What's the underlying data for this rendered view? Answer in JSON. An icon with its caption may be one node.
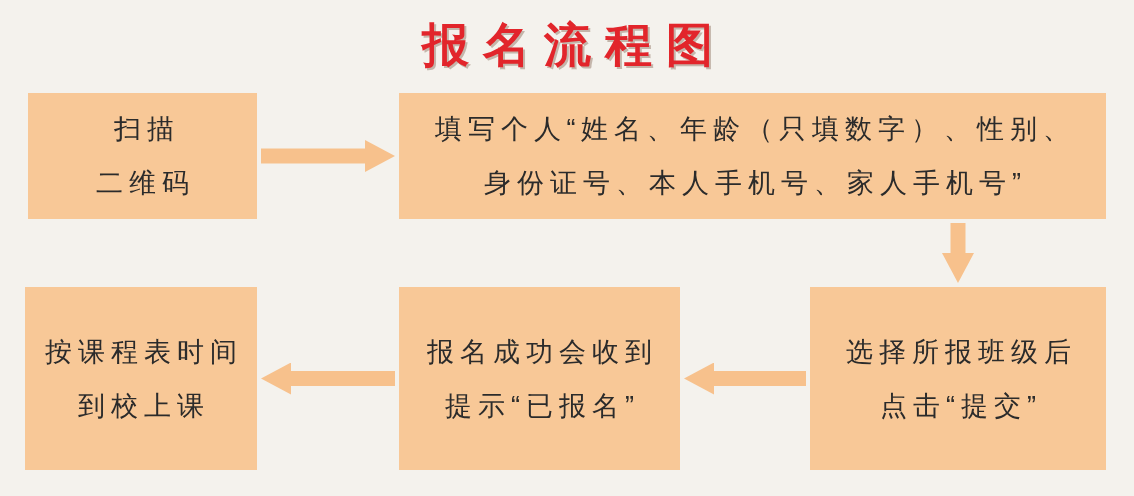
{
  "diagram": {
    "title": "报名流程图",
    "nodes": [
      {
        "text": [
          "扫描二维码"
        ]
      },
      {
        "text": [
          "填写个人“姓名、年龄（只填数字）、性别、身份证号、本人手机号、家人手机号”"
        ]
      },
      {
        "text": [
          "选择所报班级后点击“提交”"
        ]
      },
      {
        "text": [
          "报名成功会收到提示“已报名”"
        ]
      },
      {
        "text": [
          "按课程表时间到校上课"
        ]
      }
    ],
    "edges": [
      {
        "from": 0,
        "to": 1,
        "arrow": "to"
      },
      {
        "from": 1,
        "to": 2,
        "arrow": "to"
      },
      {
        "from": 2,
        "to": 3,
        "arrow": "to"
      },
      {
        "from": 3,
        "to": 4,
        "arrow": "to"
      }
    ]
  }
}
